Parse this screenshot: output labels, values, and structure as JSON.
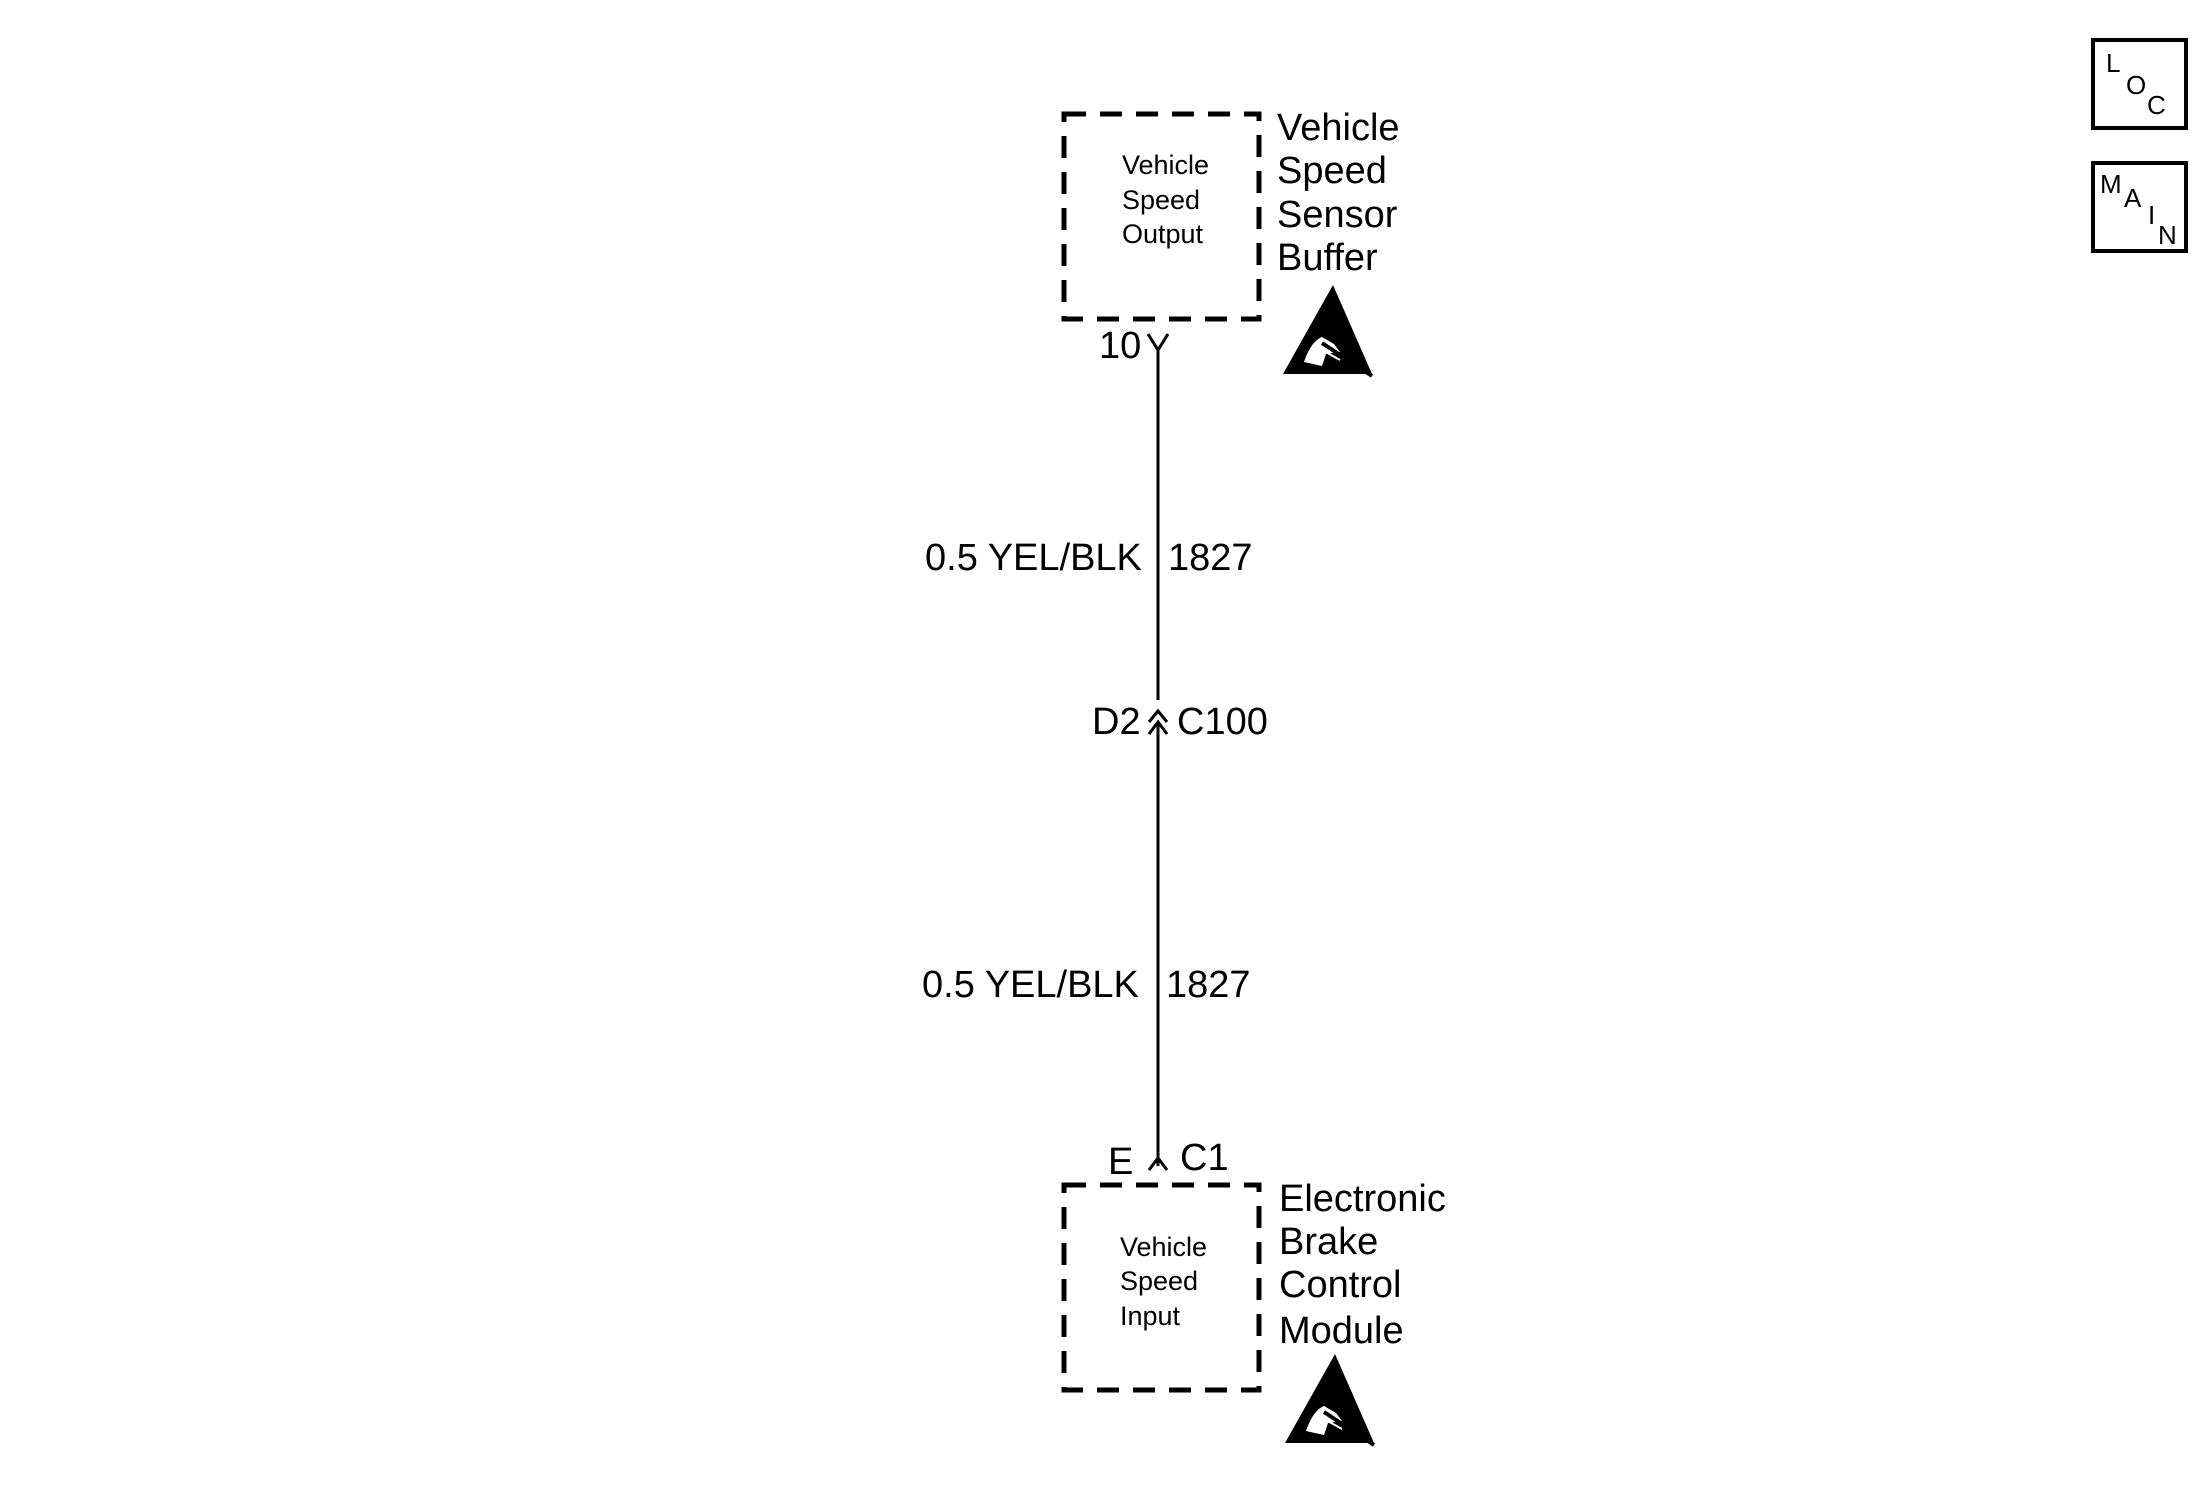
{
  "nav_buttons": {
    "loc": {
      "letters": [
        "L",
        "O",
        "C"
      ]
    },
    "main": {
      "letters": [
        "M",
        "A",
        "I",
        "N"
      ]
    }
  },
  "top_component": {
    "name_lines": [
      "Vehicle",
      "Speed",
      "Sensor",
      "Buffer"
    ],
    "function_lines": [
      "Vehicle",
      "Speed",
      "Output"
    ],
    "terminal": "10",
    "esd_symbol": "esd-warning-icon"
  },
  "wire_upper": {
    "label": "0.5 YEL/BLK",
    "circuit": "1827"
  },
  "inline_connector": {
    "terminal": "D2",
    "connector": "C100"
  },
  "wire_lower": {
    "label": "0.5 YEL/BLK",
    "circuit": "1827"
  },
  "bottom_component": {
    "terminal": "E",
    "connector": "C1",
    "name_lines": [
      "Electronic",
      "Brake",
      "Control",
      "Module"
    ],
    "function_lines": [
      "Vehicle",
      "Speed",
      "Input"
    ],
    "esd_symbol": "esd-warning-icon"
  }
}
